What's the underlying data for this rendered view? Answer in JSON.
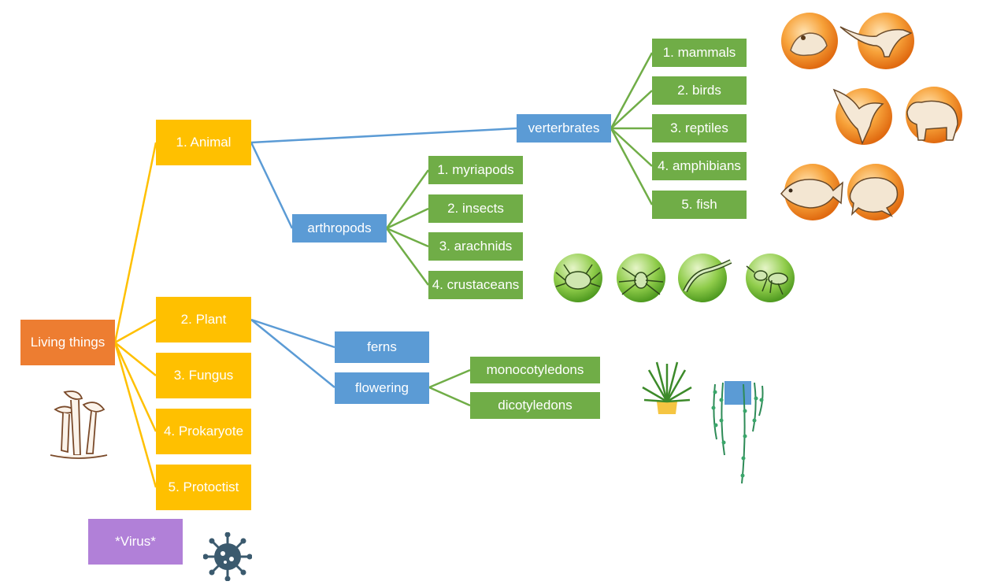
{
  "root": {
    "label": "Living things"
  },
  "kingdoms": [
    {
      "label": "1. Animal"
    },
    {
      "label": "2. Plant"
    },
    {
      "label": "3. Fungus"
    },
    {
      "label": "4. Prokaryote"
    },
    {
      "label": "5. Protoctist"
    }
  ],
  "virus": {
    "label": "*Virus*"
  },
  "animal_groups": {
    "vertebrates": {
      "label": "verterbrates",
      "classes": [
        {
          "label": "1. mammals"
        },
        {
          "label": "2. birds"
        },
        {
          "label": "3. reptiles"
        },
        {
          "label": "4. amphibians"
        },
        {
          "label": "5. fish"
        }
      ]
    },
    "arthropods": {
      "label": "arthropods",
      "classes": [
        {
          "label": "1. myriapods"
        },
        {
          "label": "2. insects"
        },
        {
          "label": "3. arachnids"
        },
        {
          "label": "4. crustaceans"
        }
      ]
    }
  },
  "plant_groups": {
    "ferns": {
      "label": "ferns"
    },
    "flowering": {
      "label": "flowering",
      "classes": [
        {
          "label": "monocotyledons"
        },
        {
          "label": "dicotyledons"
        }
      ]
    }
  },
  "colors": {
    "root": "#ed7d31",
    "kingdom": "#ffc000",
    "group": "#5b9bd5",
    "leaf": "#70ad47",
    "virus": "#b180d8",
    "kingdom_connector": "#ffc000",
    "group_connector": "#5b9bd5",
    "leaf_connector": "#70ad47"
  },
  "illustrations": [
    "mushroom-icon",
    "frog-icon",
    "dinosaur-icon",
    "bird-icon",
    "bear-icon",
    "fish-icon",
    "toad-icon",
    "crab-icon",
    "spider-icon",
    "centipede-icon",
    "ant-icon",
    "grass-plant-icon",
    "hanging-plant-icon",
    "virus-icon"
  ]
}
